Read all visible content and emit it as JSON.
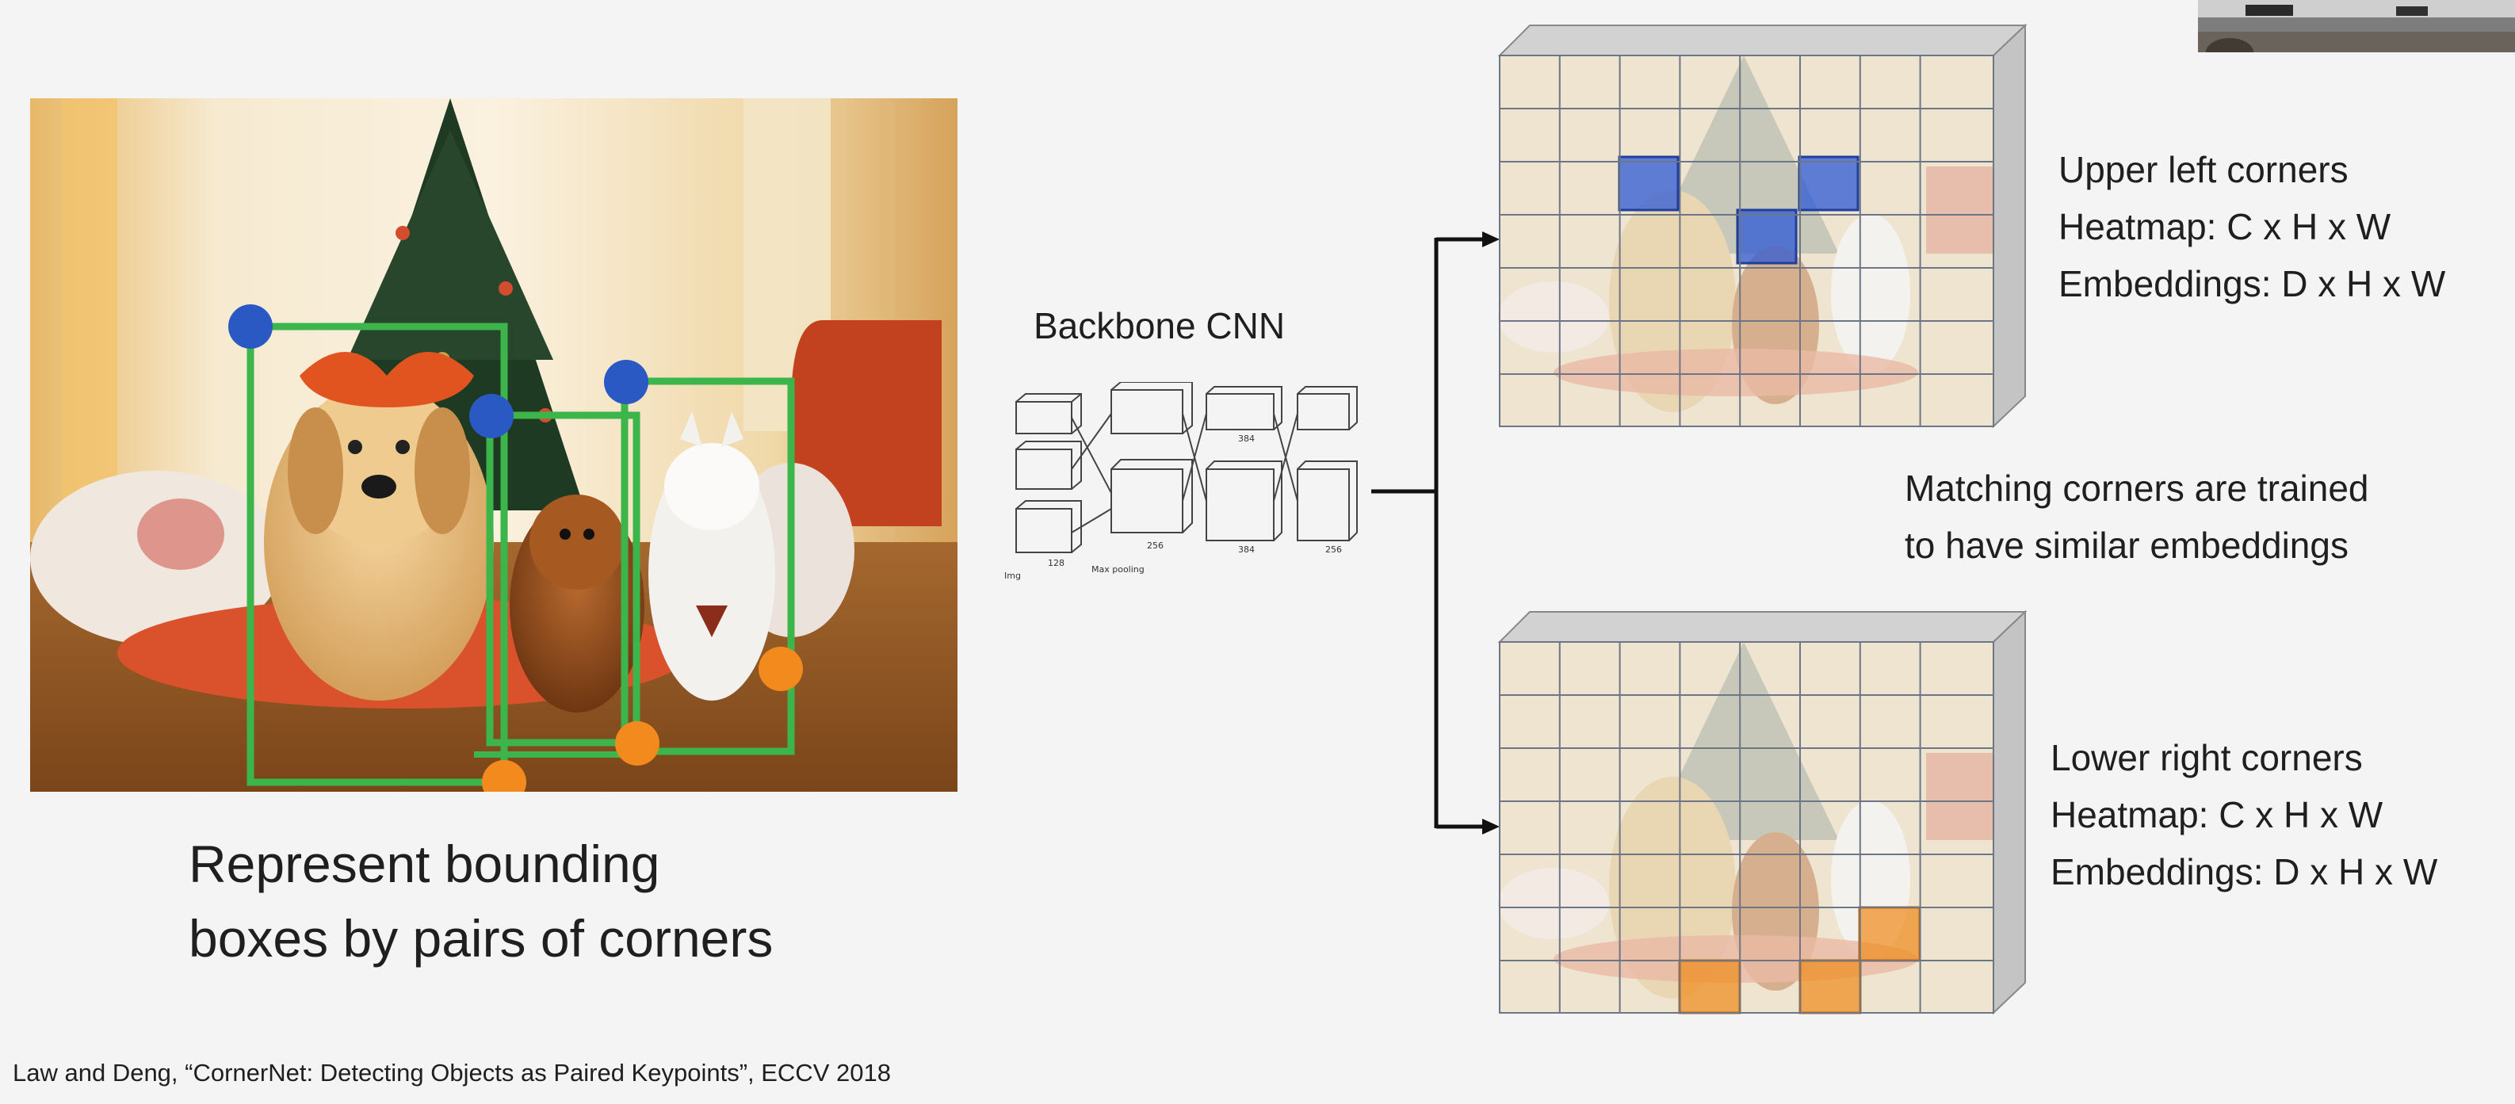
{
  "left": {
    "caption_line1": "Represent bounding",
    "caption_line2": "boxes by pairs of corners"
  },
  "backbone": {
    "title": "Backbone CNN",
    "tiny_labels": [
      "128",
      "256",
      "384",
      "384",
      "256",
      "Max pooling",
      "Img"
    ]
  },
  "upper": {
    "title": "Upper left corners",
    "heatmap": "Heatmap: C x H x W",
    "embeddings": "Embeddings: D x H x W"
  },
  "middle_note": {
    "line1": "Matching corners are trained",
    "line2": "to have similar embeddings"
  },
  "lower": {
    "title": "Lower right corners",
    "heatmap": "Heatmap: C x H x W",
    "embeddings": "Embeddings: D x H x W"
  },
  "citation": "Law and Deng, “CornerNet: Detecting Objects as Paired Keypoints”, ECCV 2018",
  "colors": {
    "box_green": "#3cb54a",
    "upper_left_dot": "#2b59c3",
    "lower_right_dot": "#f28a1e",
    "arrow": "#111111"
  },
  "icons": {
    "arrow_head": "arrow-right-icon"
  }
}
